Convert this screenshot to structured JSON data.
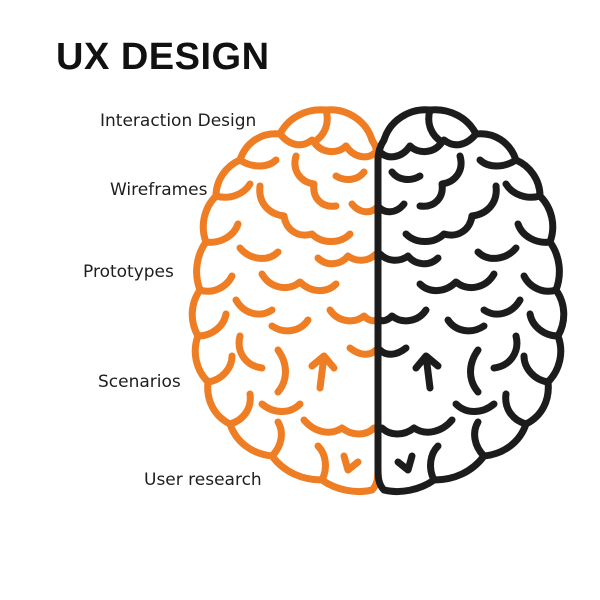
{
  "title": "UX DESIGN",
  "labels": [
    "Interaction Design",
    "Wireframes",
    "Prototypes",
    "Scenarios",
    "User research"
  ],
  "colors": {
    "left_hemisphere": "#ee7d23",
    "right_hemisphere": "#1c1c1c",
    "text": "#111111"
  },
  "icons": {
    "left": "brain-left-hemisphere-icon",
    "right": "brain-right-hemisphere-icon"
  }
}
